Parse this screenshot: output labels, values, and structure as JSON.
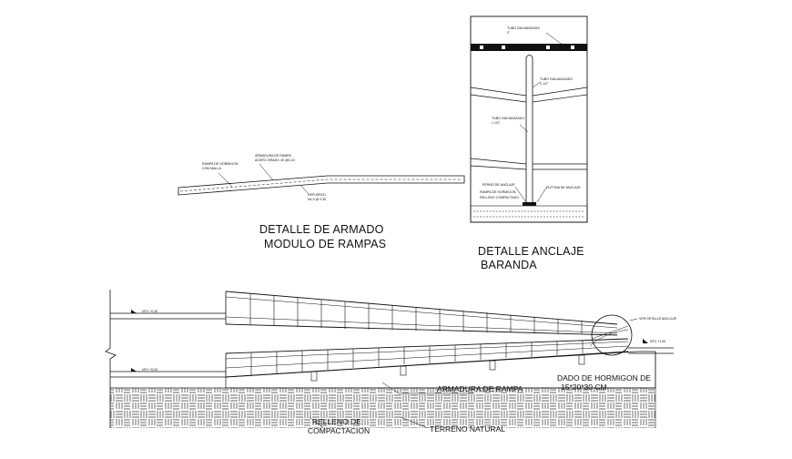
{
  "top_left": {
    "title_line1": "DETALLE DE ARMADO",
    "title_line2": "MODULO DE RAMPAS",
    "notes": {
      "armadura_line1": "ARMADURA DE RAMPA",
      "armadura_line2": "ACERO GRADO 40 @0.15",
      "rampa_line1": "RAMPA DE HORMIGON",
      "rampa_line2": "CON MALLA",
      "refuerzo_line1": "REFUERZO",
      "refuerzo_line2": "No.3 @ 0.30"
    }
  },
  "top_right": {
    "title_line1": "DETALLE ANCLAJE",
    "title_line2": "BARANDA",
    "notes": {
      "top_line1": "TUBO GALVANIZADO",
      "top_line2": "2\"",
      "right_line1": "TUBO GALVANIZADO",
      "right_line2": "1 1/2\"",
      "mid_line1": "TUBO GALVANIZADO",
      "mid_line2": "1 1/2\"",
      "bottom_left_line1": "PERNO DE ANCLAJE",
      "bottom_left_line2": "RAMPA DE HORMIGON",
      "bottom_left_line3": "RELLENO COMPACTADO",
      "bottom_right": "PLETINA DE ANCLAJE"
    }
  },
  "section": {
    "level_upper": "NTV +0.30",
    "level_lower": "NTV +0.00",
    "level_right": "NTV +1.00",
    "callout": "VER DETALLE ANCLAJE",
    "dado_line1": "DADO DE HORMIGON DE",
    "dado_line2": "15*20*30 CM",
    "armadura": "ARMADURA DE RAMPA",
    "relleno_line1": "RELLENO DE",
    "relleno_line2": "COMPACTACION",
    "terreno": "TERRENO NATURAL"
  }
}
